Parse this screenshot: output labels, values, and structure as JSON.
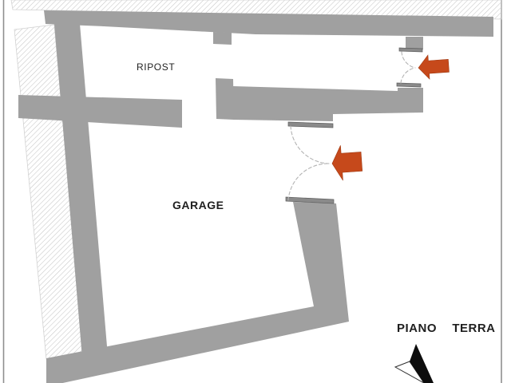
{
  "labels": {
    "ripost": "RIPOST",
    "garage": "GARAGE",
    "floor": "PIANO  TERRA"
  },
  "colors": {
    "wall": "#a0a0a0",
    "sill": "#8a8a8a",
    "hatch_line": "#c6c6c6",
    "door_arc": "#b3b3b3",
    "frame": "#8f8f8f",
    "entrance_arrow": "#c6491b",
    "north_arrow": "#0d0d0d",
    "label_text": "#1f1f1f"
  }
}
